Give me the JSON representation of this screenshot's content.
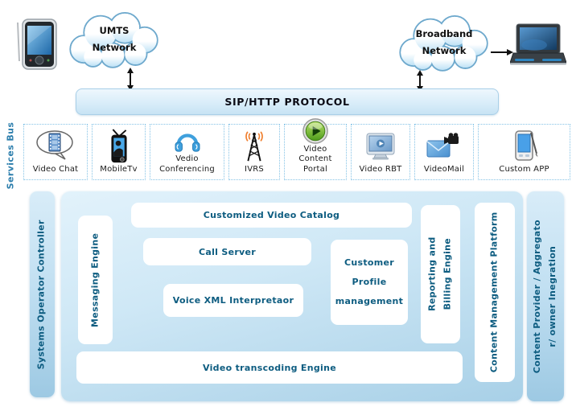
{
  "network": {
    "umts_label": "UMTS\nNetwork",
    "broadband_label": "Broadband\nNetwork",
    "protocol_label": "SIP/HTTP PROTOCOL"
  },
  "services_bus": {
    "label": "Services Bus",
    "items": [
      {
        "label": "Video Chat",
        "icon": "video-chat-icon"
      },
      {
        "label": "MobileTv",
        "icon": "mobile-tv-icon"
      },
      {
        "label": "Vedio\nConferencing",
        "icon": "video-conferencing-icon"
      },
      {
        "label": "IVRS",
        "icon": "ivrs-tower-icon"
      },
      {
        "label": "Video\nContent Portal",
        "icon": "video-content-portal-icon"
      },
      {
        "label": "Video RBT",
        "icon": "video-rbt-icon"
      },
      {
        "label": "VideoMail",
        "icon": "videomail-icon"
      },
      {
        "label": "Custom APP",
        "icon": "custom-app-icon"
      }
    ]
  },
  "platform": {
    "left_bar_label": "Systems Operator Controller",
    "right_bar_label": "Content Provider / Aggregato\nr/ owner Inegration",
    "messaging_engine": "Messaging Engine",
    "customized_video_catalog": "Customized Video Catalog",
    "call_server": "Call Server",
    "voice_xml_interpreter": "Voice XML Interpretaor",
    "customer_profile": "Customer\nProfile\nmanagement",
    "reporting_billing": "Reporting and\nBilling Engine",
    "content_management": "Content Management Platform",
    "video_transcoding": "Video transcoding Engine"
  },
  "colors": {
    "box_text": "#0d5c80",
    "services_bus_text": "#2e7fad",
    "dotted_border": "#85c3e6",
    "panel_top": "#e2f2fb",
    "panel_bottom": "#a8d0e7",
    "cloud_outline": "#6ea9cd",
    "arrow": "#111111",
    "ivrs_wave_orange": "#f08030",
    "portal_green": "#4e9c1a"
  }
}
